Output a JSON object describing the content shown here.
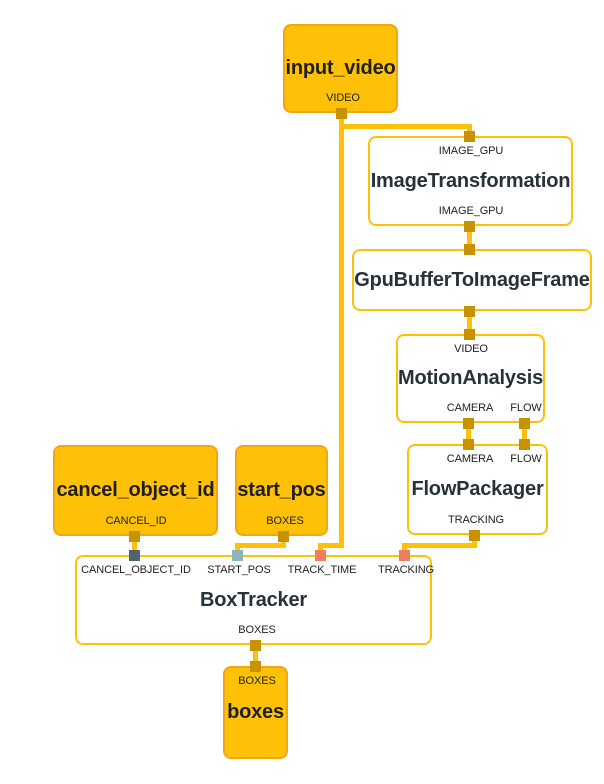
{
  "nodes": {
    "input_video": {
      "title": "input_video",
      "video_out": "VIDEO"
    },
    "image_transformation": {
      "title": "ImageTransformation",
      "image_gpu_in": "IMAGE_GPU",
      "image_gpu_out": "IMAGE_GPU"
    },
    "gpu_buffer_to_image_frame": {
      "title": "GpuBufferToImageFrame"
    },
    "motion_analysis": {
      "title": "MotionAnalysis",
      "video_in": "VIDEO",
      "camera_out": "CAMERA",
      "flow_out": "FLOW"
    },
    "flow_packager": {
      "title": "FlowPackager",
      "camera_in": "CAMERA",
      "flow_in": "FLOW",
      "tracking_out": "TRACKING"
    },
    "cancel_object_id": {
      "title": "cancel_object_id",
      "cancel_id_out": "CANCEL_ID"
    },
    "start_pos": {
      "title": "start_pos",
      "boxes_out": "BOXES"
    },
    "box_tracker": {
      "title": "BoxTracker",
      "cancel_object_id_in": "CANCEL_OBJECT_ID",
      "start_pos_in": "START_POS",
      "track_time_in": "TRACK_TIME",
      "tracking_in": "TRACKING",
      "boxes_out": "BOXES"
    },
    "boxes": {
      "title": "boxes",
      "boxes_in": "BOXES"
    }
  },
  "colors": {
    "edge": "#FFC107",
    "source_node_fill": "#FFC107",
    "source_node_border": "#F2A50F",
    "calc_node_fill": "#FFFFFF",
    "calc_node_border": "#FFC107",
    "port_amber": "#C79100",
    "port_cancel_id": "#4D6572",
    "port_start_pos": "#8CB4BB",
    "port_tracking": "#EE7D62",
    "title_color": "#263238",
    "label_color": "#212121"
  }
}
